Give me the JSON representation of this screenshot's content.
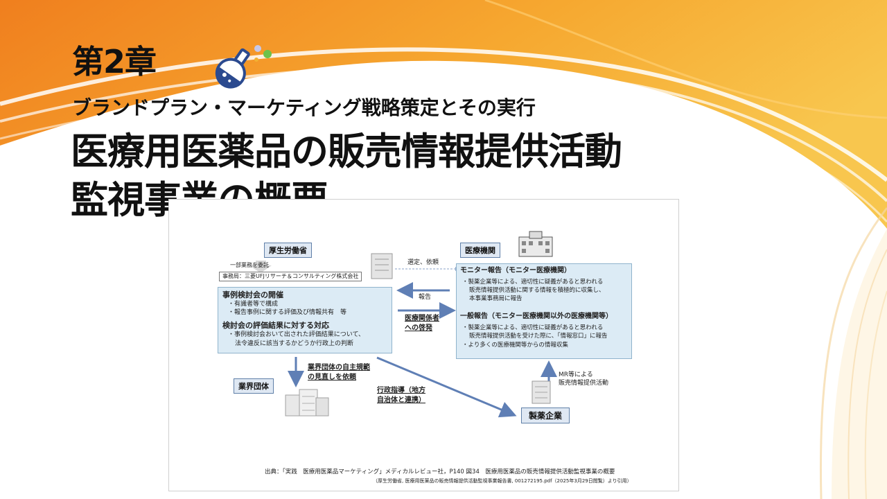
{
  "slide": {
    "chapter": "第2章",
    "subtitle": "ブランドプラン・マーケティング戦略策定とその実行",
    "title_line1": "医療用医薬品の販売情報提供活動",
    "title_line2": "監視事業の概要",
    "icon": "flask-icon",
    "colors": {
      "accent_orange": "#f39a22",
      "accent_yellow": "#f8c34a",
      "flask_blue": "#2b4a8f"
    }
  },
  "diagram": {
    "mhlw_label": "厚生労働省",
    "entrust_text": "一部業務を委託",
    "secretariat_text": "事務局：三菱UFJリサーチ＆コンサルティング株式会社",
    "select_request_text": "選定、依頼",
    "medical_institution_label": "医療機関",
    "case_meeting_title": "事例検討会の開催",
    "case_meeting_item1": "・有識者等で構成",
    "case_meeting_item2": "・報告事例に関する評価及び情報共有　等",
    "response_title": "検討会の評価結果に対する対応",
    "response_item1": "・事例検討会おいて出された評価結果について、",
    "response_item2": "法令違反に該当するかどうか行政上の判断",
    "report_text": "報告",
    "enlighten_text1": "医療関係者",
    "enlighten_text2": "への啓発",
    "monitor_title": "モニター報告（モニター医療機関）",
    "monitor_item1": "・製薬企業等による、適切性に疑義があると思われる",
    "monitor_item2": "販売情報提供活動に関する情報を積極的に収集し、",
    "monitor_item3": "本事業事務局に報告",
    "general_title": "一般報告（モニター医療機関以外の医療機関等）",
    "general_item1": "・製薬企業等による、適切性に疑義があると思われる",
    "general_item2": "販売情報提供活動を受けた際に、「情報窓口」に報告",
    "general_item3": "・より多くの医療機関等からの情報収集",
    "industry_review_text1": "業界団体の自主規範",
    "industry_review_text2": "の見直しを依頼",
    "industry_group_label": "業界団体",
    "admin_guidance_text1": "行政指導（地方",
    "admin_guidance_text2": "自治体と連携）",
    "mr_text1": "MR等による",
    "mr_text2": "販売情報提供活動",
    "pharma_label": "製薬企業",
    "source_line1": "出典：「実践　医療用医薬品マーケティング」メディカルレビュー社，P140 図34　医療用医薬品の販売情報提供活動監視事業の概要",
    "source_line2": "（厚生労働省, 医療用医薬品の販売情報提供活動監視事業報告書, 001272195.pdf（2025年3月29日閲覧）より引用）"
  }
}
